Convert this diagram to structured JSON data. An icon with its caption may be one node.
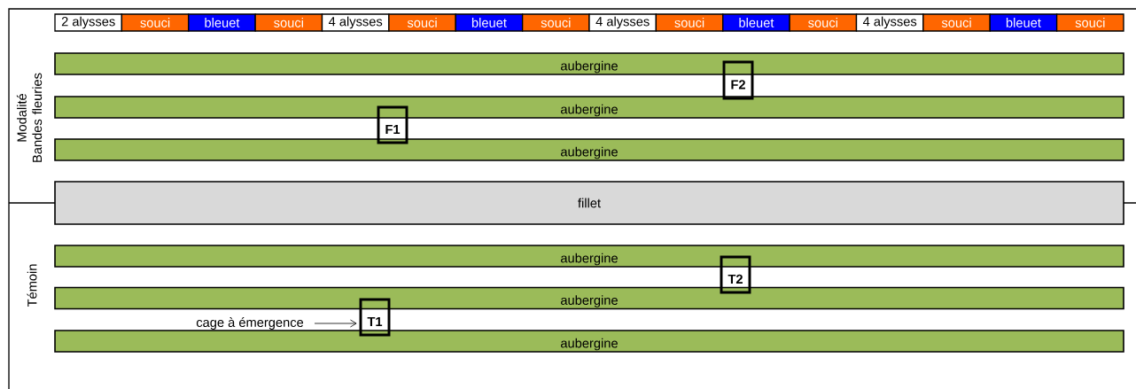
{
  "diagram": {
    "nodes": [
      {
        "text": [
          "2 alysses"
        ]
      },
      {
        "text": [
          "souci"
        ]
      },
      {
        "text": [
          "bleuet"
        ]
      },
      {
        "text": [
          "souci"
        ]
      },
      {
        "text": [
          "4 alysses"
        ]
      },
      {
        "text": [
          "souci"
        ]
      },
      {
        "text": [
          "bleuet"
        ]
      },
      {
        "text": [
          "souci"
        ]
      },
      {
        "text": [
          "4 alysses"
        ]
      },
      {
        "text": [
          "souci"
        ]
      },
      {
        "text": [
          "bleuet"
        ]
      },
      {
        "text": [
          "souci"
        ]
      },
      {
        "text": [
          "4 alysses"
        ]
      },
      {
        "text": [
          "souci"
        ]
      },
      {
        "text": [
          "bleuet"
        ]
      },
      {
        "text": [
          "souci"
        ]
      },
      {
        "text": [
          "aubergine"
        ]
      },
      {
        "text": [
          "aubergine"
        ]
      },
      {
        "text": [
          "aubergine"
        ]
      },
      {
        "text": [
          "fillet"
        ]
      },
      {
        "text": [
          "aubergine"
        ]
      },
      {
        "text": [
          "aubergine"
        ]
      },
      {
        "text": [
          "aubergine"
        ]
      },
      {
        "text": [
          "F2"
        ]
      },
      {
        "text": [
          "F1"
        ]
      },
      {
        "text": [
          "T2"
        ]
      },
      {
        "text": [
          "cage à émergence"
        ]
      },
      {
        "text": [
          "T1"
        ]
      }
    ],
    "edges": [
      {
        "from": 26,
        "to": 27,
        "arrow": "to"
      }
    ],
    "labels": [
      "Modalité Bandes fleuries",
      "Témoin"
    ]
  }
}
